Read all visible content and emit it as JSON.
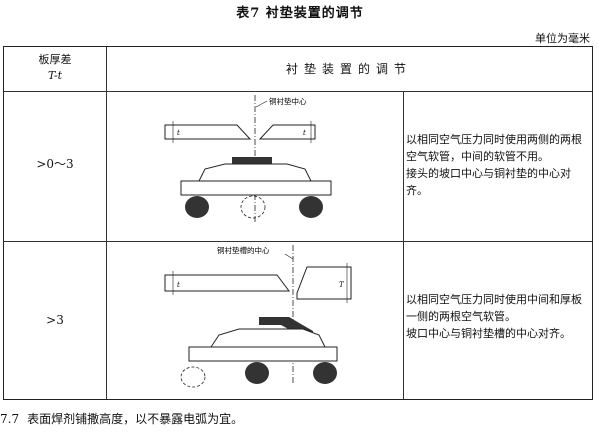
{
  "caption": "表7   衬垫装置的调节",
  "unit": "单位为毫米",
  "header": {
    "col1_line1": "板厚差",
    "col1_line2": "T-t",
    "col2": "衬垫装置的调节"
  },
  "rows": [
    {
      "condition": ">0～3",
      "diagram_label": "铜衬垫中心",
      "thickness_label": "t",
      "desc_lines": [
        "以相同空气压力同时使用两侧的两根空气软管，中间的软管不用。",
        "接头的坡口中心与铜衬垫的中心对齐。"
      ]
    },
    {
      "condition": ">3",
      "diagram_label": "铜衬垫槽的中心",
      "thickness_label": "t",
      "thickness_label_2": "T",
      "desc_lines": [
        "以相同空气压力同时使用中间和厚板一侧的两根空气软管。",
        "坡口中心与铜衬垫槽的中心对齐。"
      ]
    }
  ],
  "note": {
    "number": "7.7",
    "text": "表面焊剂铺撒高度，以不暴露电弧为宜。"
  }
}
